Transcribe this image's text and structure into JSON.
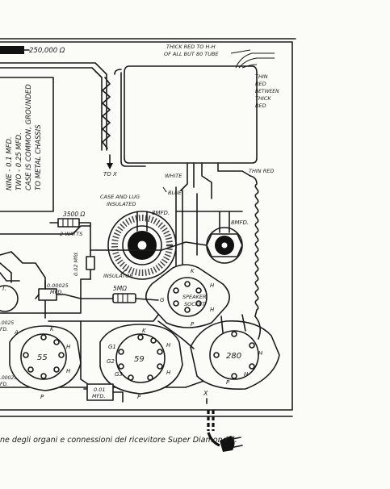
{
  "resistors": {
    "top": "250,000 Ω",
    "r3500": "3500 Ω",
    "r3500_watts": "2 WATTS",
    "r5meg": "5MΩ"
  },
  "top_labels": {
    "thick_red_line1": "THICK RED TO H-H",
    "thick_red_line2": "OF ALL BUT 80 TUBE",
    "thin_red_between_1": "THIN",
    "thin_red_between_2": "RED",
    "thin_red_between_3": "BETWEEN",
    "thin_red_between_4": "THICK",
    "thin_red_between_5": "RED",
    "to_x": "TO X",
    "white": "WHITE",
    "thin_red": "THIN RED",
    "blue": "BLUE"
  },
  "box_text": {
    "line1": "NINE - 0.1 MFD.",
    "line2": "TWO - 0.25 MFD.",
    "line3": "CASE IS COMMON, GROUNDED",
    "line4": "TO METAL CHASSIS"
  },
  "capacitors": {
    "case_lug_1": "CASE AND LUG",
    "case_lug_2": "INSULATED",
    "c8mfd_a": "8MFD.",
    "c8mfd_b": "8MFD.",
    "insulator": "INSULATOR",
    "c002": "0.02 Mfd.",
    "c00025_1": "0.00025",
    "c00025_2": "MFD.",
    "c001_1": "0.01",
    "c001_2": "MFD.",
    "left_cut_1": ".0025",
    "left_cut_2": "FD.",
    "left_cut_3": ".00025",
    "left_cut_4": "FD."
  },
  "sockets": {
    "speaker_1": "SPEAKER",
    "speaker_2": "SOCKET",
    "tube55": "55",
    "tube59": "59",
    "tube280": "280",
    "pin_k": "K",
    "pin_h": "H",
    "pin_p": "P",
    "pin_a": "A",
    "pin_g1": "G1",
    "pin_g2": "G2",
    "pin_g3": "G3",
    "pin_g": "G",
    "left_t": "T.",
    "x_mark": "X"
  },
  "caption": "ne degli organi e connessioni del ricevitore Super Diamond 7."
}
